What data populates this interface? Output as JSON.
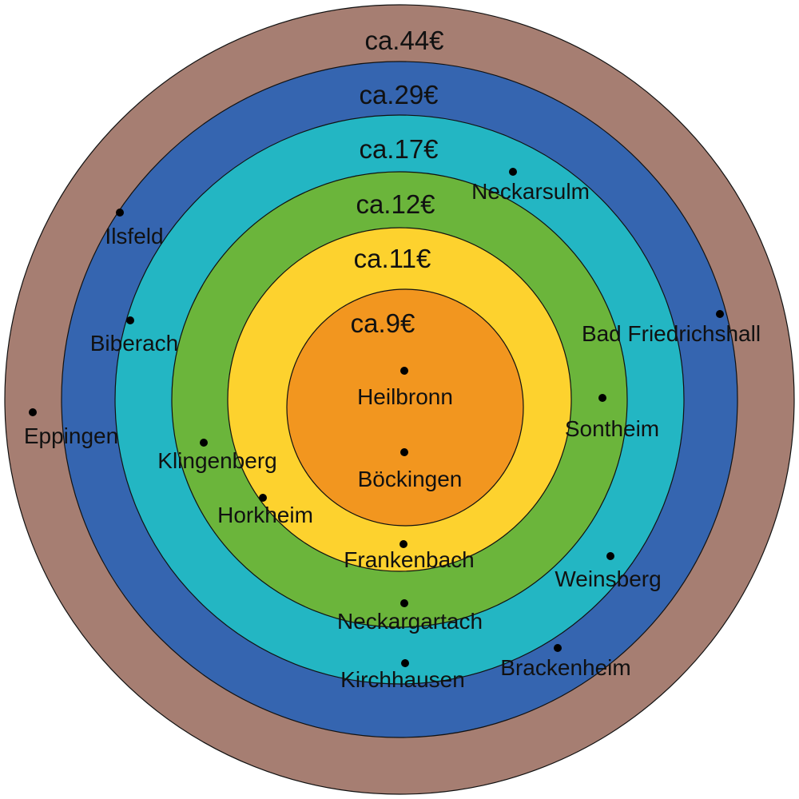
{
  "zones": [
    {
      "label": "ca.44€",
      "color": "#a67e72"
    },
    {
      "label": "ca.29€",
      "color": "#3565b0"
    },
    {
      "label": "ca.17€",
      "color": "#23b6c3"
    },
    {
      "label": "ca.12€",
      "color": "#6bb53b"
    },
    {
      "label": "ca.11€",
      "color": "#fdd22e"
    },
    {
      "label": "ca.9€",
      "color": "#f2961f"
    }
  ],
  "towns": [
    {
      "name": "Heilbronn"
    },
    {
      "name": "Böckingen"
    },
    {
      "name": "Frankenbach"
    },
    {
      "name": "Neckargartach"
    },
    {
      "name": "Kirchhausen"
    },
    {
      "name": "Neckarsulm"
    },
    {
      "name": "Ilsfeld"
    },
    {
      "name": "Biberach"
    },
    {
      "name": "Eppingen"
    },
    {
      "name": "Bad Friedrichshall"
    },
    {
      "name": "Sontheim"
    },
    {
      "name": "Klingenberg"
    },
    {
      "name": "Horkheim"
    },
    {
      "name": "Weinsberg"
    },
    {
      "name": "Brackenheim"
    }
  ],
  "colors": {
    "outline": "#111111",
    "dot": "#000000"
  }
}
